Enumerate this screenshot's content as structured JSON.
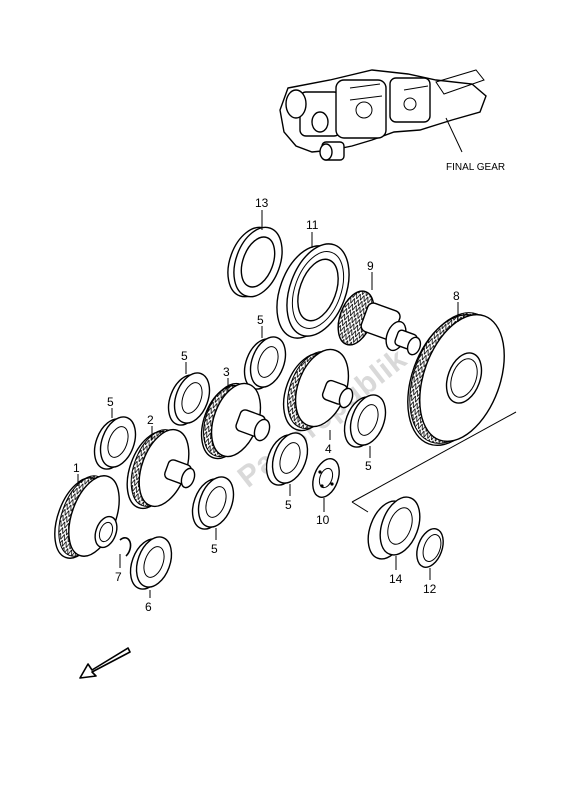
{
  "title_caption": "FINAL GEAR",
  "watermark": "Partsrepublik",
  "labels": {
    "p1": "1",
    "p2": "2",
    "p3": "3",
    "p4": "4",
    "p5a": "5",
    "p5b": "5",
    "p5c": "5",
    "p5d": "5",
    "p5e": "5",
    "p5f": "5",
    "p6": "6",
    "p7": "7",
    "p8": "8",
    "p9": "9",
    "p10": "10",
    "p11": "11",
    "p12": "12",
    "p13": "13",
    "p14": "14"
  },
  "icons": {
    "front_arrow": "direction-arrow-icon",
    "assembly": "final-gear-assembly-icon"
  }
}
